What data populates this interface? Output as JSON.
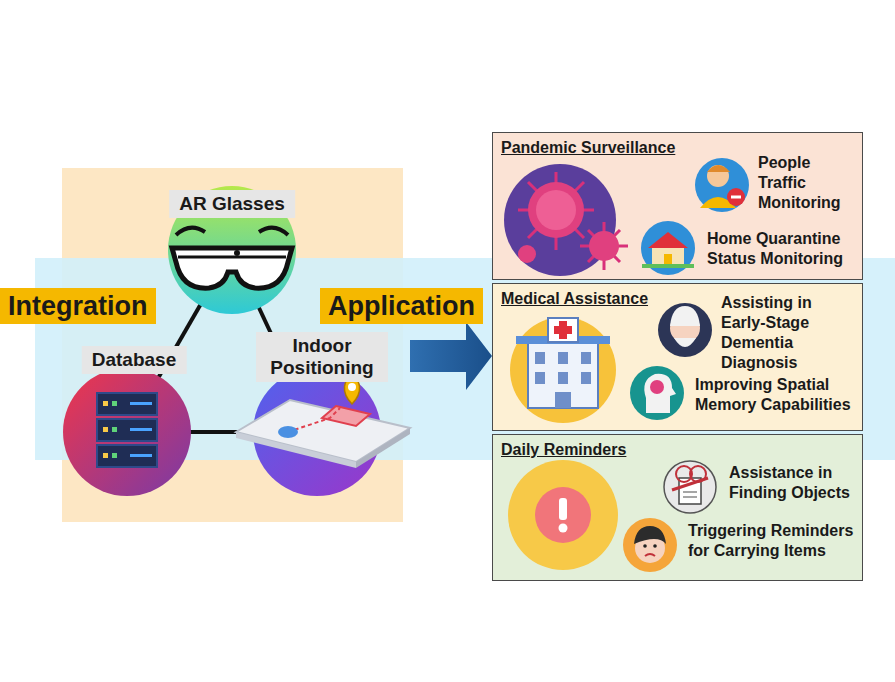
{
  "diagram": {
    "nodes": [
      {
        "text": [
          "Integration"
        ]
      },
      {
        "text": [
          "AR Glasses"
        ]
      },
      {
        "text": [
          "Database"
        ]
      },
      {
        "text": [
          "Indoor Positioning"
        ]
      },
      {
        "text": [
          "Application"
        ]
      },
      {
        "text": [
          "Pandemic Surveillance"
        ]
      },
      {
        "text": [
          "People Traffic Monitoring"
        ],
        "in": 5
      },
      {
        "text": [
          "Home Quarantine Status Monitoring"
        ],
        "in": 5
      },
      {
        "text": [
          "Medical Assistance"
        ]
      },
      {
        "text": [
          "Assisting in Early-Stage Dementia Diagnosis"
        ],
        "in": 8
      },
      {
        "text": [
          "Improving Spatial Memory Capabilities"
        ],
        "in": 8
      },
      {
        "text": [
          "Daily Reminders"
        ]
      },
      {
        "text": [
          "Assistance in Finding Objects"
        ],
        "in": 11
      },
      {
        "text": [
          "Triggering Reminders for Carrying Items"
        ],
        "in": 11
      }
    ]
  }
}
